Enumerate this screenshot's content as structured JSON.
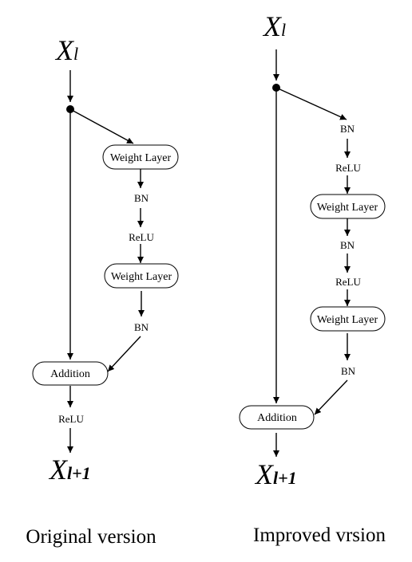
{
  "original": {
    "input_var": "X",
    "input_sub": "l",
    "output_var": "X",
    "output_sub": "l+1",
    "nodes": {
      "weight1": "Weight Layer",
      "bn1": "BN",
      "relu1": "ReLU",
      "weight2": "Weight Layer",
      "bn2": "BN",
      "addition": "Addition",
      "relu_out": "ReLU"
    },
    "caption": "Original version"
  },
  "improved": {
    "input_var": "X",
    "input_sub": "l",
    "output_var": "X",
    "output_sub": "l+1",
    "nodes": {
      "bn1": "BN",
      "relu1": "ReLU",
      "weight1": "Weight Layer",
      "bn2": "BN",
      "relu2": "ReLU",
      "weight2": "Weight Layer",
      "bn3": "BN",
      "addition": "Addition"
    },
    "caption": "Improved vrsion"
  }
}
